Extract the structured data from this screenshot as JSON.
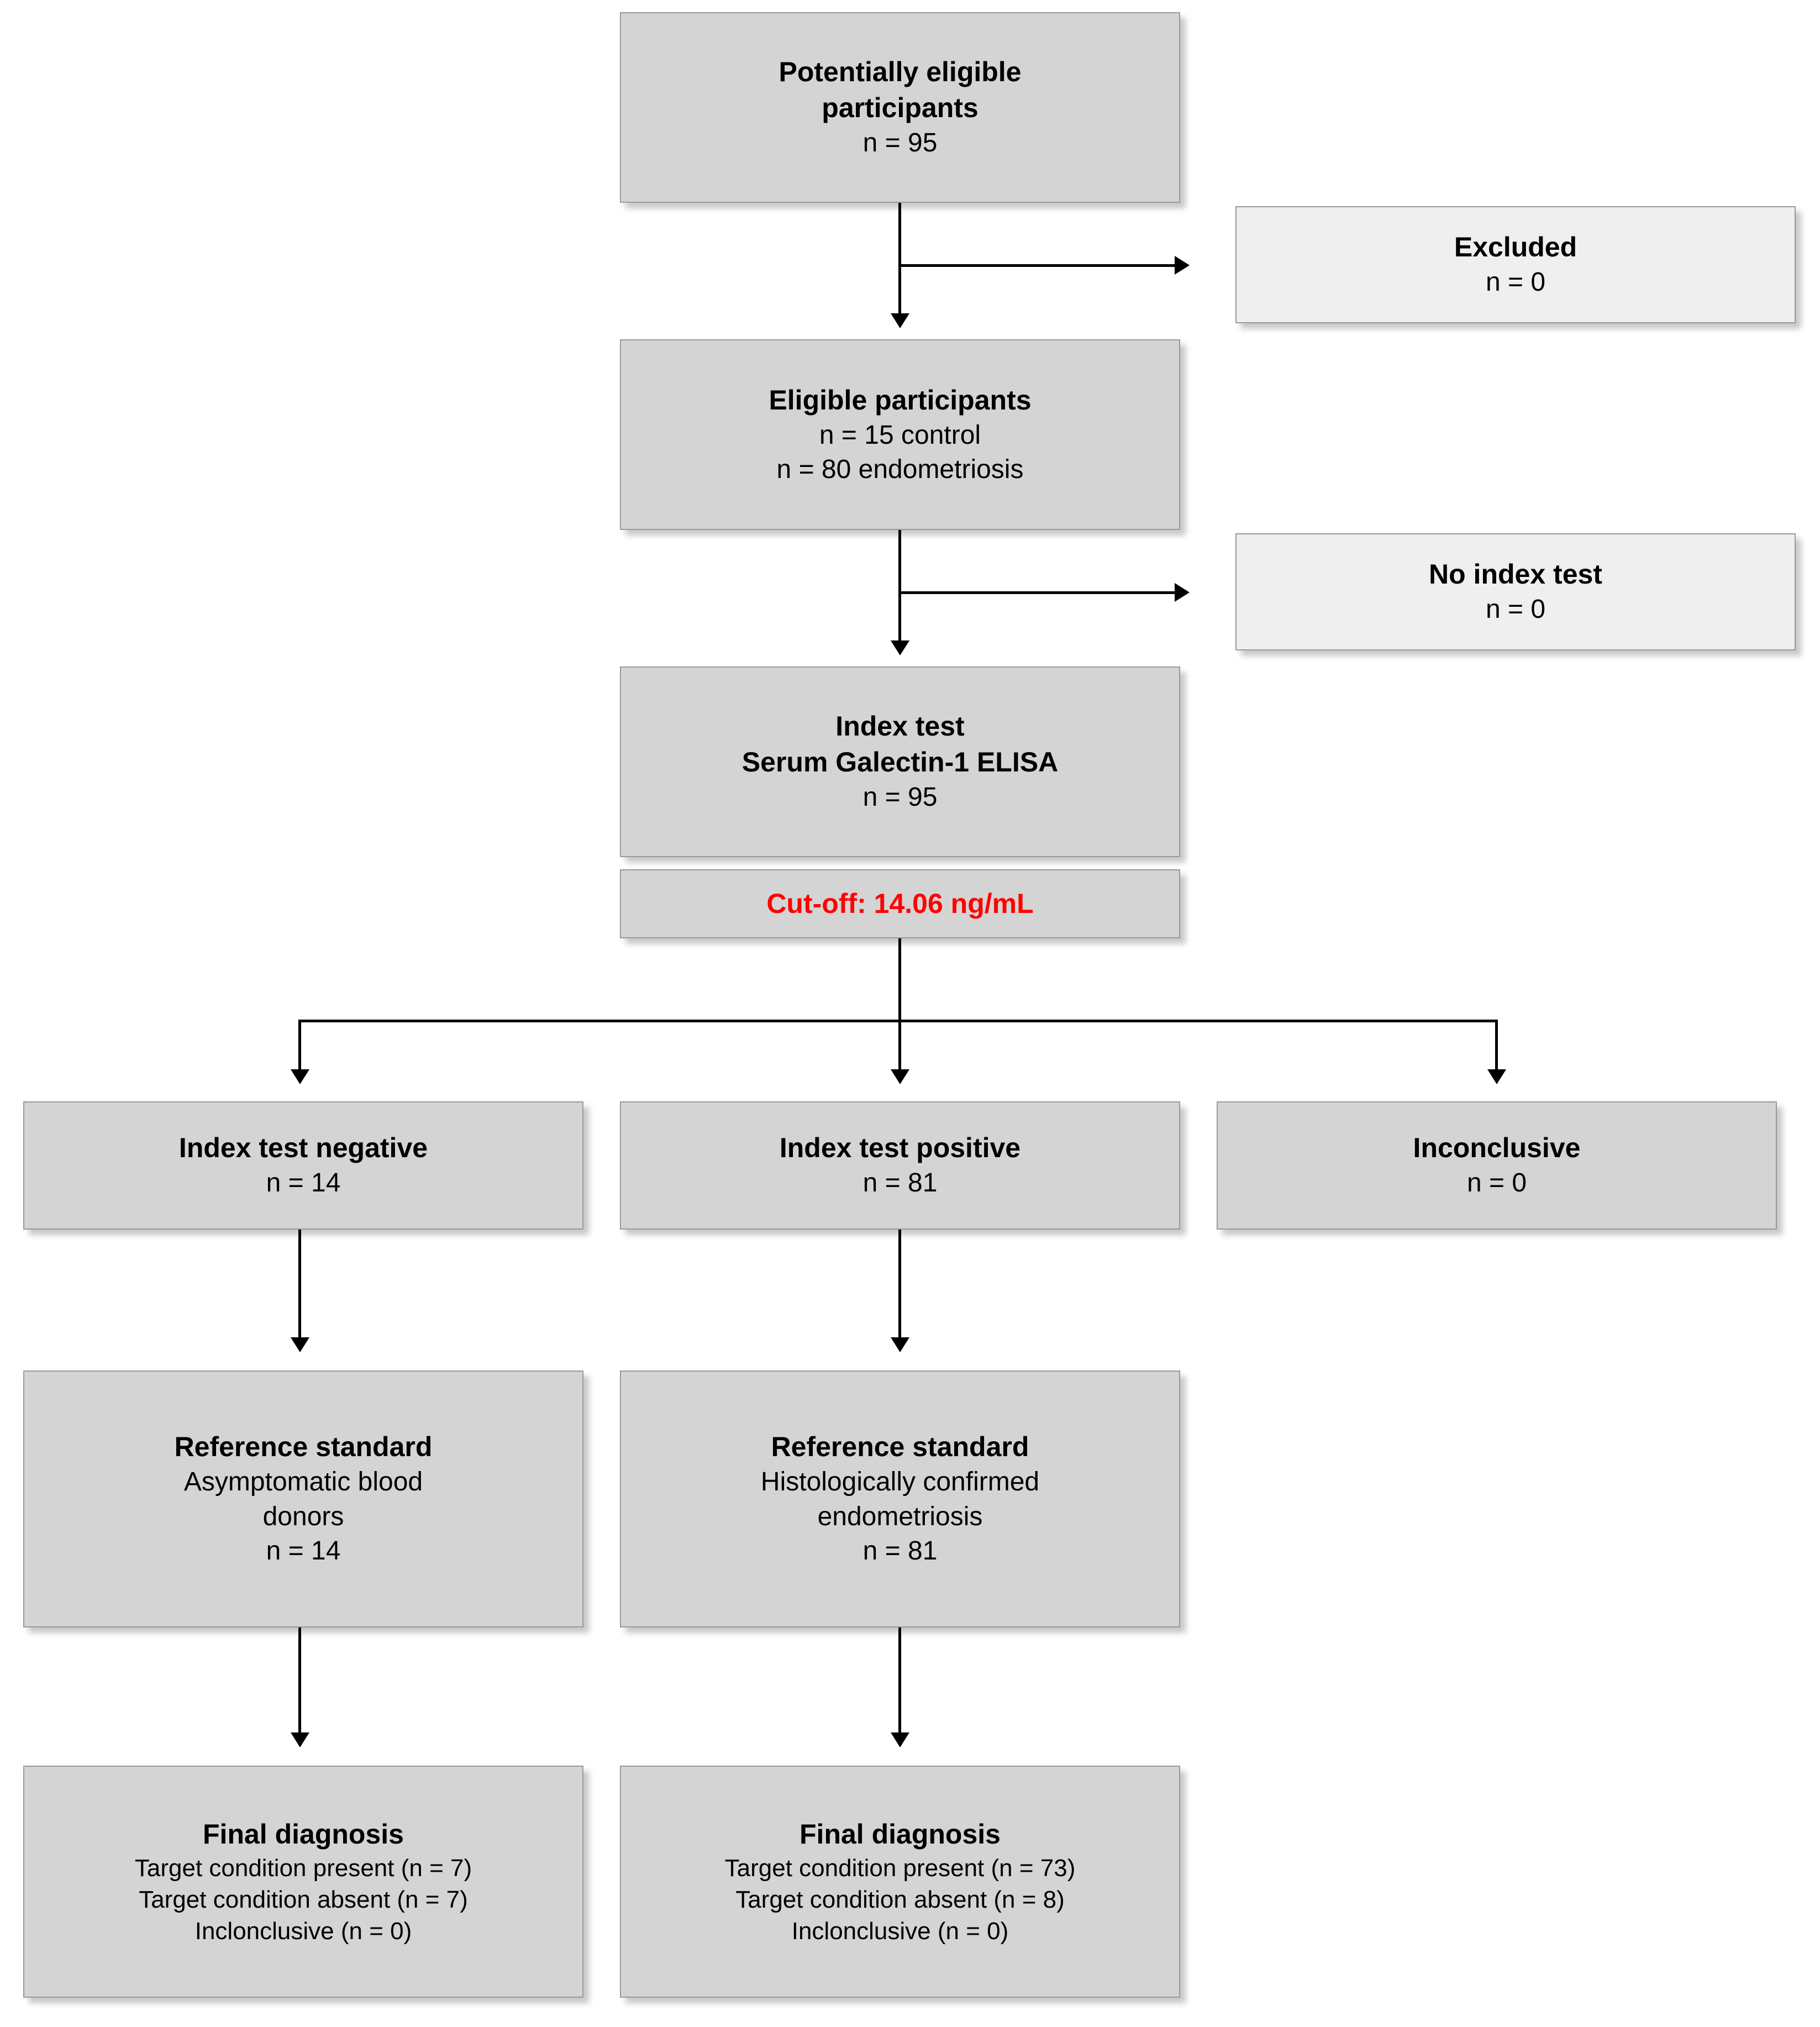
{
  "diagram": {
    "title": "STARD participant flow diagram",
    "colors": {
      "box_fill": "#d4d4d4",
      "box_fill_light": "#efefef",
      "box_border": "#9a9a9a",
      "cutoff_text": "#ff0000",
      "connector": "#000000"
    },
    "nodes": {
      "potentially_eligible": {
        "line1": "Potentially eligible",
        "line2": "participants",
        "line3": "n = 95"
      },
      "excluded": {
        "line1": "Excluded",
        "line2": "n = 0"
      },
      "eligible": {
        "line1": "Eligible participants",
        "line2": "n = 15 control",
        "line3": "n = 80 endometriosis"
      },
      "no_index_test": {
        "line1": "No index test",
        "line2": "n = 0"
      },
      "index_test": {
        "line1": "Index test",
        "line2": "Serum Galectin-1 ELISA",
        "line3": "n = 95"
      },
      "cutoff": {
        "line1": "Cut-off: 14.06 ng/mL"
      },
      "index_negative": {
        "line1": "Index test negative",
        "line2": "n = 14"
      },
      "index_positive": {
        "line1": "Index test positive",
        "line2": "n = 81"
      },
      "inconclusive": {
        "line1": "Inconclusive",
        "line2": "n = 0"
      },
      "reference_standard_left": {
        "line1": "Reference standard",
        "line2": "Asymptomatic blood",
        "line3": "donors",
        "line4": "n = 14"
      },
      "reference_standard_right": {
        "line1": "Reference standard",
        "line2": "Histologically confirmed",
        "line3": "endometriosis",
        "line4": "n = 81"
      },
      "final_diagnosis_left": {
        "line1": "Final diagnosis",
        "line2": "Target condition present (n = 7)",
        "line3": "Target condition absent (n = 7)",
        "line4": "Inclonclusive (n = 0)"
      },
      "final_diagnosis_right": {
        "line1": "Final diagnosis",
        "line2": "Target condition present (n = 73)",
        "line3": "Target condition absent (n = 8)",
        "line4": "Inclonclusive (n = 0)"
      }
    }
  }
}
